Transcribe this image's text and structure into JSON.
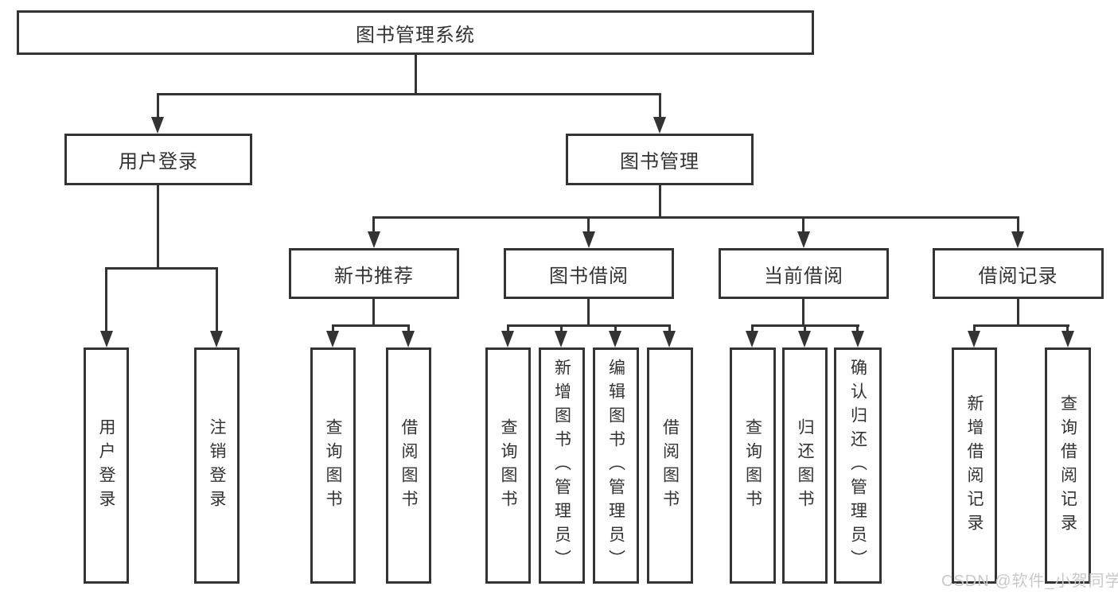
{
  "colors": {
    "line": "#333333",
    "text": "#333333",
    "background": "#ffffff",
    "watermark": "#c9c9c9"
  },
  "tree": {
    "root": {
      "label": "图书管理系统"
    },
    "branches": [
      {
        "label": "用户登录",
        "children": [
          {
            "label": "用户登录"
          },
          {
            "label": "注销登录"
          }
        ]
      },
      {
        "label": "图书管理",
        "sections": [
          {
            "label": "新书推荐",
            "children": [
              {
                "label": "查询图书"
              },
              {
                "label": "借阅图书"
              }
            ]
          },
          {
            "label": "图书借阅",
            "children": [
              {
                "label": "查询图书"
              },
              {
                "label": "新增图书（管理员）"
              },
              {
                "label": "编辑图书（管理员）"
              },
              {
                "label": "借阅图书"
              }
            ]
          },
          {
            "label": "当前借阅",
            "children": [
              {
                "label": "查询图书"
              },
              {
                "label": "归还图书"
              },
              {
                "label": "确认归还（管理员）"
              }
            ]
          },
          {
            "label": "借阅记录",
            "children": [
              {
                "label": "新增借阅记录"
              },
              {
                "label": "查询借阅记录"
              }
            ]
          }
        ]
      }
    ]
  },
  "watermark": {
    "text": "CSDN @软件_小贺同学"
  }
}
